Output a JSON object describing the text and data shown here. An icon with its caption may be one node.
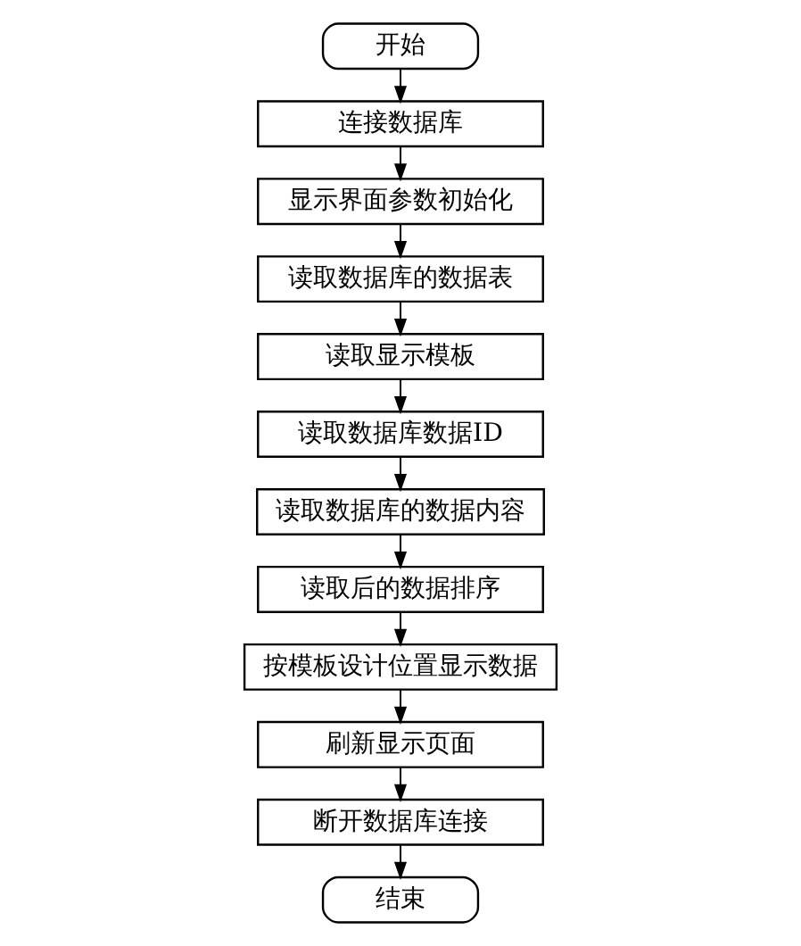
{
  "diagram": {
    "nodes": [
      {
        "text": [
          "开始"
        ]
      },
      {
        "text": [
          "连接数据库"
        ]
      },
      {
        "text": [
          "显示界面参数初始化"
        ]
      },
      {
        "text": [
          "读取数据库的数据表"
        ]
      },
      {
        "text": [
          "读取显示模板"
        ]
      },
      {
        "text": [
          "读取数据库数据ID"
        ]
      },
      {
        "text": [
          "读取数据库的数据内容"
        ]
      },
      {
        "text": [
          "读取后的数据排序"
        ]
      },
      {
        "text": [
          "按模板设计位置显示数据"
        ]
      },
      {
        "text": [
          "刷新显示页面"
        ]
      },
      {
        "text": [
          "断开数据库连接"
        ]
      },
      {
        "text": [
          "结束"
        ]
      }
    ],
    "edges": [
      {
        "from": 0,
        "to": 1,
        "arrow": "to"
      },
      {
        "from": 1,
        "to": 2,
        "arrow": "to"
      },
      {
        "from": 2,
        "to": 3,
        "arrow": "to"
      },
      {
        "from": 3,
        "to": 4,
        "arrow": "to"
      },
      {
        "from": 4,
        "to": 5,
        "arrow": "to"
      },
      {
        "from": 5,
        "to": 6,
        "arrow": "to"
      },
      {
        "from": 6,
        "to": 7,
        "arrow": "to"
      },
      {
        "from": 7,
        "to": 8,
        "arrow": "to"
      },
      {
        "from": 8,
        "to": 9,
        "arrow": "to"
      },
      {
        "from": 9,
        "to": 10,
        "arrow": "to"
      },
      {
        "from": 10,
        "to": 11,
        "arrow": "to"
      }
    ]
  }
}
